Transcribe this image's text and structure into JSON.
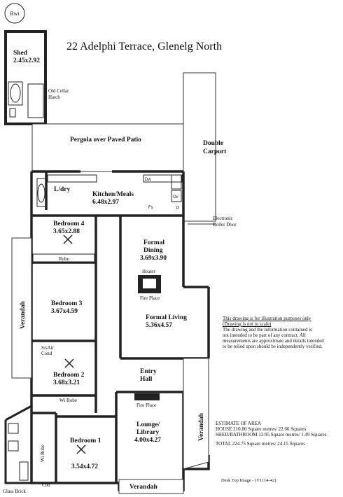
{
  "header": {
    "badge": "Rwt",
    "title": "22 Adelphi Terrace, Glenelg North"
  },
  "rooms": {
    "shed": {
      "name": "Shed",
      "dims": "2.45x2.92"
    },
    "old_cellar": {
      "line1": "Old Cellar",
      "line2": "Hatch"
    },
    "pergola": {
      "name": "Pergola over Paved Patio"
    },
    "carport": {
      "line1": "Double",
      "line2": "Carport"
    },
    "electronic_door": {
      "line1": "Electronic",
      "line2": "Roller Door"
    },
    "laundry": {
      "name": "L/dry"
    },
    "kitchen": {
      "name": "Kitchen/Meals",
      "dims": "6.48x2.97",
      "dw": "Dw",
      "ov": "Ov",
      "fs": "Fs",
      "pantry": "P"
    },
    "bedroom4": {
      "name": "Bedroom 4",
      "dims": "3.65x2.88"
    },
    "robe": {
      "name": "Robe"
    },
    "formal_dining": {
      "line1": "Formal",
      "line2": "Dining",
      "dims": "3.69x3.90"
    },
    "heater": {
      "name": "Heater"
    },
    "fireplace1": {
      "name": "Fire Place"
    },
    "bedroom3": {
      "name": "Bedroom 3",
      "dims": "3.67x4.59"
    },
    "verandah_left": {
      "name": "Verandah"
    },
    "formal_living": {
      "name": "Formal Living",
      "dims": "5.36x4.57"
    },
    "sair_cond": {
      "line1": "S/sAir",
      "line2": "Cond"
    },
    "bedroom2": {
      "name": "Bedroom 2",
      "dims": "3.68x3.21"
    },
    "entry_hall": {
      "line1": "Entry",
      "line2": "Hall"
    },
    "wi_robe_1": {
      "name": "Wi Robe"
    },
    "fireplace2": {
      "name": "Fire Place"
    },
    "lounge": {
      "line1": "Lounge/",
      "line2": "Library",
      "dims": "4.00x4.27"
    },
    "verandah_right": {
      "name": "Verandah"
    },
    "wi_robe_2": {
      "name": "Wi Robe"
    },
    "bedroom1": {
      "name": "Bedroom 1",
      "dims": "3.54x4.72"
    },
    "glass_brick": {
      "name": "Glass Brick"
    },
    "cbd": {
      "name": "Cbd"
    },
    "verandah_bottom": {
      "name": "Verandah"
    }
  },
  "disclaimer": {
    "line1": "This drawing is for illustration purposes only",
    "line2": "(Drawing is not to scale)",
    "line3": "The drawing and the information contained is",
    "line4": "not intended to be part of any contract.  All",
    "line5": "measurements are approximate and details intended",
    "line6": "to be relied upon should be independently verified."
  },
  "estimate": {
    "heading": "ESTIMATE OF AREA",
    "house": "HOUSE   210.80 Square metres/  22.66 Squares",
    "shed": "SHED/BATHROOM 13.95 Square metres/  1.49 Squares",
    "total": "TOTAL   224.75 Square metres/  24.15 Squares"
  },
  "footer": {
    "credit": "Desk Top Image -  (Y1114-42)"
  }
}
